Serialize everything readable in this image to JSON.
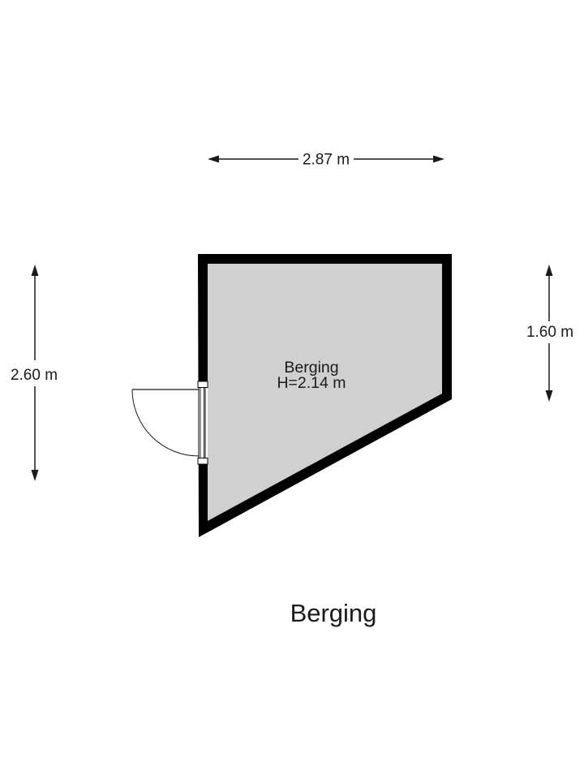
{
  "floorplan": {
    "title": "Berging",
    "room": {
      "label": "Berging",
      "height_label": "H=2.14 m"
    },
    "dimensions": {
      "width_top": "2.87 m",
      "height_left": "2.60 m",
      "height_right": "1.60 m"
    },
    "colors": {
      "background": "#ffffff",
      "wall": "#000000",
      "floor": "#d0d0d0",
      "line": "#1a1a1a",
      "text": "#1a1a1a"
    }
  }
}
